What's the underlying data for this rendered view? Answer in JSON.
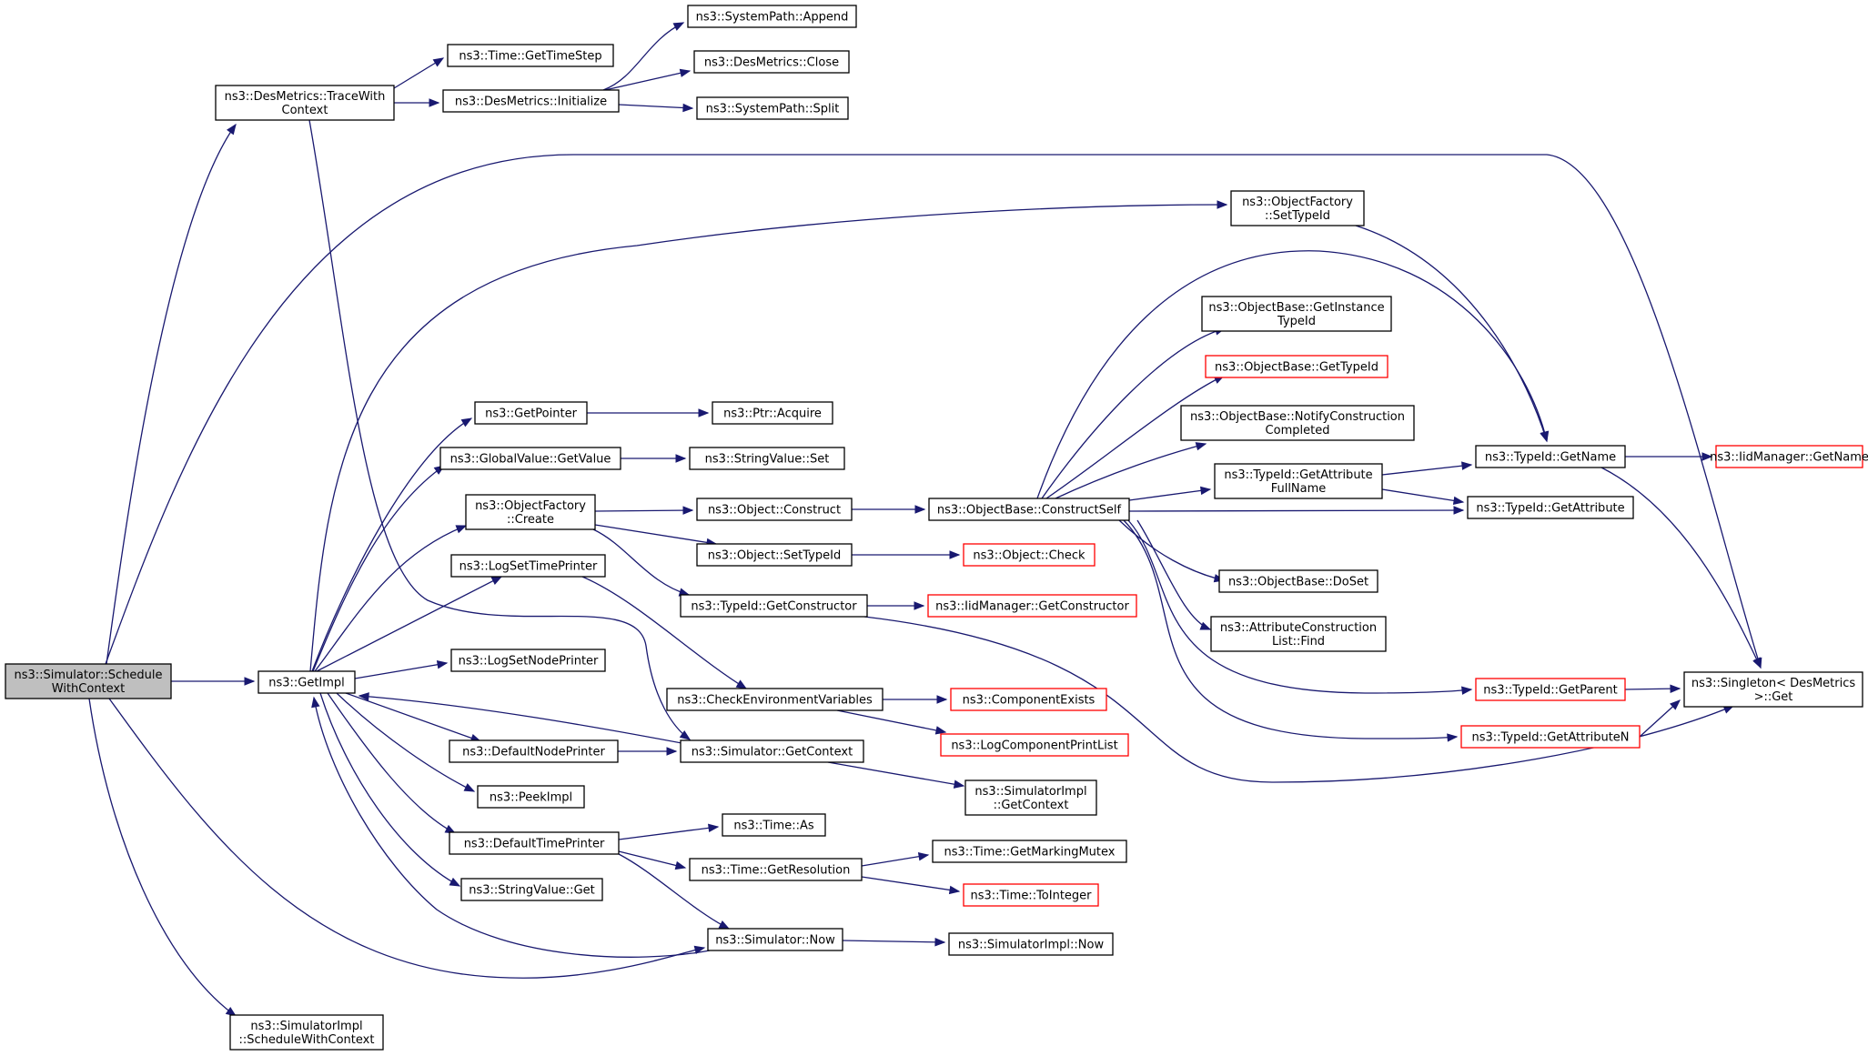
{
  "diagram": {
    "title": "",
    "colors": {
      "edge": "#191970",
      "node_border": "#000000",
      "truncated_border": "#ff0000",
      "root_fill": "#bfbfbf",
      "node_fill": "#ffffff"
    },
    "nodes": [
      {
        "id": "schedule",
        "lines": [
          "ns3::Simulator::Schedule",
          "WithContext"
        ],
        "root": true
      },
      {
        "id": "tracewith",
        "lines": [
          "ns3::DesMetrics::TraceWith",
          "Context"
        ]
      },
      {
        "id": "gettimestep",
        "lines": [
          "ns3::Time::GetTimeStep"
        ]
      },
      {
        "id": "initialize",
        "lines": [
          "ns3::DesMetrics::Initialize"
        ]
      },
      {
        "id": "append",
        "lines": [
          "ns3::SystemPath::Append"
        ]
      },
      {
        "id": "close",
        "lines": [
          "ns3::DesMetrics::Close"
        ]
      },
      {
        "id": "split",
        "lines": [
          "ns3::SystemPath::Split"
        ]
      },
      {
        "id": "settypeid_of",
        "lines": [
          "ns3::ObjectFactory",
          "::SetTypeId"
        ]
      },
      {
        "id": "getinstance",
        "lines": [
          "ns3::ObjectBase::GetInstance",
          "TypeId"
        ]
      },
      {
        "id": "ob_gettypeid",
        "lines": [
          "ns3::ObjectBase::GetTypeId"
        ],
        "truncated": true
      },
      {
        "id": "notify",
        "lines": [
          "ns3::ObjectBase::NotifyConstruction",
          "Completed"
        ]
      },
      {
        "id": "getattrfull",
        "lines": [
          "ns3::TypeId::GetAttribute",
          "FullName"
        ]
      },
      {
        "id": "getname",
        "lines": [
          "ns3::TypeId::GetName"
        ]
      },
      {
        "id": "iid_getname",
        "lines": [
          "ns3::IidManager::GetName"
        ],
        "truncated": true
      },
      {
        "id": "getattribute",
        "lines": [
          "ns3::TypeId::GetAttribute"
        ]
      },
      {
        "id": "getpointer",
        "lines": [
          "ns3::GetPointer"
        ]
      },
      {
        "id": "acquire",
        "lines": [
          "ns3::Ptr::Acquire"
        ]
      },
      {
        "id": "gv_getvalue",
        "lines": [
          "ns3::GlobalValue::GetValue"
        ]
      },
      {
        "id": "sv_set",
        "lines": [
          "ns3::StringValue::Set"
        ]
      },
      {
        "id": "of_create",
        "lines": [
          "ns3::ObjectFactory",
          "::Create"
        ]
      },
      {
        "id": "obj_construct",
        "lines": [
          "ns3::Object::Construct"
        ]
      },
      {
        "id": "constructself",
        "lines": [
          "ns3::ObjectBase::ConstructSelf"
        ]
      },
      {
        "id": "obj_settypeid",
        "lines": [
          "ns3::Object::SetTypeId"
        ]
      },
      {
        "id": "obj_check",
        "lines": [
          "ns3::Object::Check"
        ],
        "truncated": true
      },
      {
        "id": "doset",
        "lines": [
          "ns3::ObjectBase::DoSet"
        ]
      },
      {
        "id": "logsettime",
        "lines": [
          "ns3::LogSetTimePrinter"
        ]
      },
      {
        "id": "getconstructor",
        "lines": [
          "ns3::TypeId::GetConstructor"
        ]
      },
      {
        "id": "iid_getconstructor",
        "lines": [
          "ns3::IidManager::GetConstructor"
        ],
        "truncated": true
      },
      {
        "id": "acl_find",
        "lines": [
          "ns3::AttributeConstruction",
          "List::Find"
        ]
      },
      {
        "id": "getimpl",
        "lines": [
          "ns3::GetImpl"
        ]
      },
      {
        "id": "logsetnode",
        "lines": [
          "ns3::LogSetNodePrinter"
        ]
      },
      {
        "id": "checkenv",
        "lines": [
          "ns3::CheckEnvironmentVariables"
        ]
      },
      {
        "id": "compexists",
        "lines": [
          "ns3::ComponentExists"
        ],
        "truncated": true
      },
      {
        "id": "getparent",
        "lines": [
          "ns3::TypeId::GetParent"
        ],
        "truncated": true
      },
      {
        "id": "singleton",
        "lines": [
          "ns3::Singleton< DesMetrics",
          " >::Get"
        ]
      },
      {
        "id": "getattributen",
        "lines": [
          "ns3::TypeId::GetAttributeN"
        ],
        "truncated": true
      },
      {
        "id": "defnodeprinter",
        "lines": [
          "ns3::DefaultNodePrinter"
        ]
      },
      {
        "id": "sim_getcontext",
        "lines": [
          "ns3::Simulator::GetContext"
        ]
      },
      {
        "id": "logcompprint",
        "lines": [
          "ns3::LogComponentPrintList"
        ],
        "truncated": true
      },
      {
        "id": "peekimpl",
        "lines": [
          "ns3::PeekImpl"
        ]
      },
      {
        "id": "simimpl_getcontext",
        "lines": [
          "ns3::SimulatorImpl",
          "::GetContext"
        ]
      },
      {
        "id": "time_as",
        "lines": [
          "ns3::Time::As"
        ]
      },
      {
        "id": "deftimeprinter",
        "lines": [
          "ns3::DefaultTimePrinter"
        ]
      },
      {
        "id": "getmarkingmutex",
        "lines": [
          "ns3::Time::GetMarkingMutex"
        ]
      },
      {
        "id": "getresolution",
        "lines": [
          "ns3::Time::GetResolution"
        ]
      },
      {
        "id": "sv_get",
        "lines": [
          "ns3::StringValue::Get"
        ]
      },
      {
        "id": "tointeger",
        "lines": [
          "ns3::Time::ToInteger"
        ],
        "truncated": true
      },
      {
        "id": "sim_now",
        "lines": [
          "ns3::Simulator::Now"
        ]
      },
      {
        "id": "simimpl_now",
        "lines": [
          "ns3::SimulatorImpl::Now"
        ]
      },
      {
        "id": "simimpl_schedule",
        "lines": [
          "ns3::SimulatorImpl",
          "::ScheduleWithContext"
        ]
      }
    ],
    "edges": [
      [
        "schedule",
        "tracewith"
      ],
      [
        "schedule",
        "singleton"
      ],
      [
        "schedule",
        "getimpl"
      ],
      [
        "schedule",
        "sim_now"
      ],
      [
        "schedule",
        "simimpl_schedule"
      ],
      [
        "tracewith",
        "gettimestep"
      ],
      [
        "tracewith",
        "initialize"
      ],
      [
        "tracewith",
        "sim_getcontext"
      ],
      [
        "initialize",
        "append"
      ],
      [
        "initialize",
        "close"
      ],
      [
        "initialize",
        "split"
      ],
      [
        "getimpl",
        "settypeid_of"
      ],
      [
        "getimpl",
        "getpointer"
      ],
      [
        "getimpl",
        "gv_getvalue"
      ],
      [
        "getimpl",
        "of_create"
      ],
      [
        "getimpl",
        "logsettime"
      ],
      [
        "getimpl",
        "logsetnode"
      ],
      [
        "getimpl",
        "defnodeprinter"
      ],
      [
        "getimpl",
        "peekimpl"
      ],
      [
        "getimpl",
        "deftimeprinter"
      ],
      [
        "getimpl",
        "sv_get"
      ],
      [
        "sim_getcontext",
        "getimpl"
      ],
      [
        "sim_now",
        "getimpl"
      ],
      [
        "settypeid_of",
        "getname"
      ],
      [
        "getpointer",
        "acquire"
      ],
      [
        "gv_getvalue",
        "sv_set"
      ],
      [
        "of_create",
        "obj_construct"
      ],
      [
        "of_create",
        "obj_settypeid"
      ],
      [
        "of_create",
        "getconstructor"
      ],
      [
        "obj_construct",
        "constructself"
      ],
      [
        "constructself",
        "getname"
      ],
      [
        "constructself",
        "getinstance"
      ],
      [
        "constructself",
        "ob_gettypeid"
      ],
      [
        "constructself",
        "notify"
      ],
      [
        "constructself",
        "getattrfull"
      ],
      [
        "constructself",
        "getattribute"
      ],
      [
        "constructself",
        "doset"
      ],
      [
        "constructself",
        "acl_find"
      ],
      [
        "constructself",
        "getparent"
      ],
      [
        "constructself",
        "getattributen"
      ],
      [
        "getattrfull",
        "getname"
      ],
      [
        "getattrfull",
        "getattribute"
      ],
      [
        "getname",
        "iid_getname"
      ],
      [
        "getname",
        "singleton"
      ],
      [
        "getparent",
        "singleton"
      ],
      [
        "getattributen",
        "singleton"
      ],
      [
        "obj_settypeid",
        "obj_check"
      ],
      [
        "getconstructor",
        "iid_getconstructor"
      ],
      [
        "getconstructor",
        "singleton"
      ],
      [
        "logsettime",
        "checkenv"
      ],
      [
        "checkenv",
        "compexists"
      ],
      [
        "checkenv",
        "logcompprint"
      ],
      [
        "defnodeprinter",
        "sim_getcontext"
      ],
      [
        "sim_getcontext",
        "simimpl_getcontext"
      ],
      [
        "deftimeprinter",
        "time_as"
      ],
      [
        "deftimeprinter",
        "getresolution"
      ],
      [
        "deftimeprinter",
        "sim_now"
      ],
      [
        "getresolution",
        "getmarkingmutex"
      ],
      [
        "getresolution",
        "tointeger"
      ],
      [
        "sim_now",
        "simimpl_now"
      ]
    ]
  }
}
